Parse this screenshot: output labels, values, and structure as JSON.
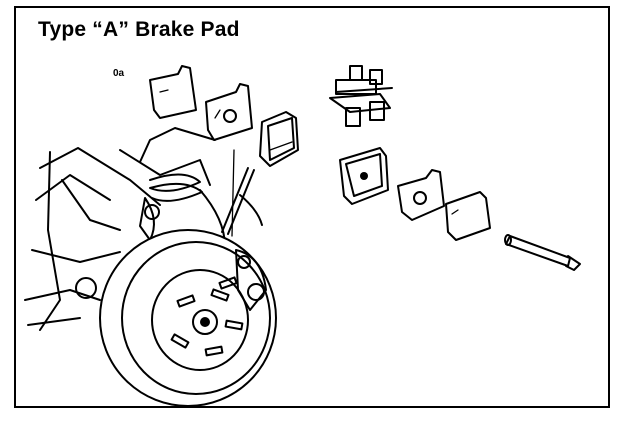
{
  "title": "Type “A” Brake Pad",
  "callout": "0a",
  "components": [
    {
      "name": "anti-squeal shim (outer)"
    },
    {
      "name": "anti-squeal shim (inner)"
    },
    {
      "name": "brake pad (inner)"
    },
    {
      "name": "pad support plate"
    },
    {
      "name": "brake pad (outer)"
    },
    {
      "name": "anti-squeal shim (outer, right)"
    },
    {
      "name": "anti-squeal shim (inner, right)"
    },
    {
      "name": "pad retaining pin"
    },
    {
      "name": "brake disc"
    },
    {
      "name": "suspension"
    }
  ]
}
